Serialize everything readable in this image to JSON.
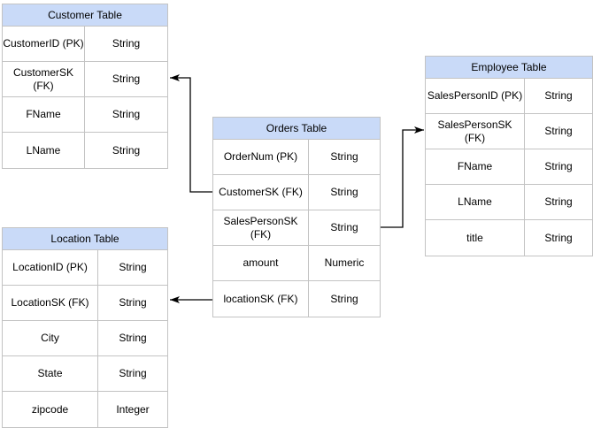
{
  "colors": {
    "background": "#ffffff",
    "header_fill": "#c9daf8",
    "table_border": "#c3c3c3",
    "connector": "#000000"
  },
  "tables": {
    "customer": {
      "title": "Customer Table",
      "rows": [
        {
          "field": "CustomerID (PK)",
          "type": "String"
        },
        {
          "field": "CustomerSK\n(FK)",
          "type": "String"
        },
        {
          "field": "FName",
          "type": "String"
        },
        {
          "field": "LName",
          "type": "String"
        }
      ]
    },
    "orders": {
      "title": "Orders Table",
      "rows": [
        {
          "field": "OrderNum (PK)",
          "type": "String"
        },
        {
          "field": "CustomerSK (FK)",
          "type": "String"
        },
        {
          "field": "SalesPersonSK\n(FK)",
          "type": "String"
        },
        {
          "field": "amount",
          "type": "Numeric"
        },
        {
          "field": "locationSK (FK)",
          "type": "String"
        }
      ]
    },
    "employee": {
      "title": "Employee Table",
      "rows": [
        {
          "field": "SalesPersonID (PK)",
          "type": "String"
        },
        {
          "field": "SalesPersonSK\n(FK)",
          "type": "String"
        },
        {
          "field": "FName",
          "type": "String"
        },
        {
          "field": "LName",
          "type": "String"
        },
        {
          "field": "title",
          "type": "String"
        }
      ]
    },
    "location": {
      "title": "Location Table",
      "rows": [
        {
          "field": "LocationID (PK)",
          "type": "String"
        },
        {
          "field": "LocationSK (FK)",
          "type": "String"
        },
        {
          "field": "City",
          "type": "String"
        },
        {
          "field": "State",
          "type": "String"
        },
        {
          "field": "zipcode",
          "type": "Integer"
        }
      ]
    }
  },
  "relationships": [
    {
      "from": "Orders.CustomerSK (FK)",
      "to": "Customer.CustomerSK (FK)"
    },
    {
      "from": "Orders.SalesPersonSK (FK)",
      "to": "Employee.SalesPersonSK (FK)"
    },
    {
      "from": "Orders.locationSK (FK)",
      "to": "Location.LocationSK (FK)"
    }
  ]
}
